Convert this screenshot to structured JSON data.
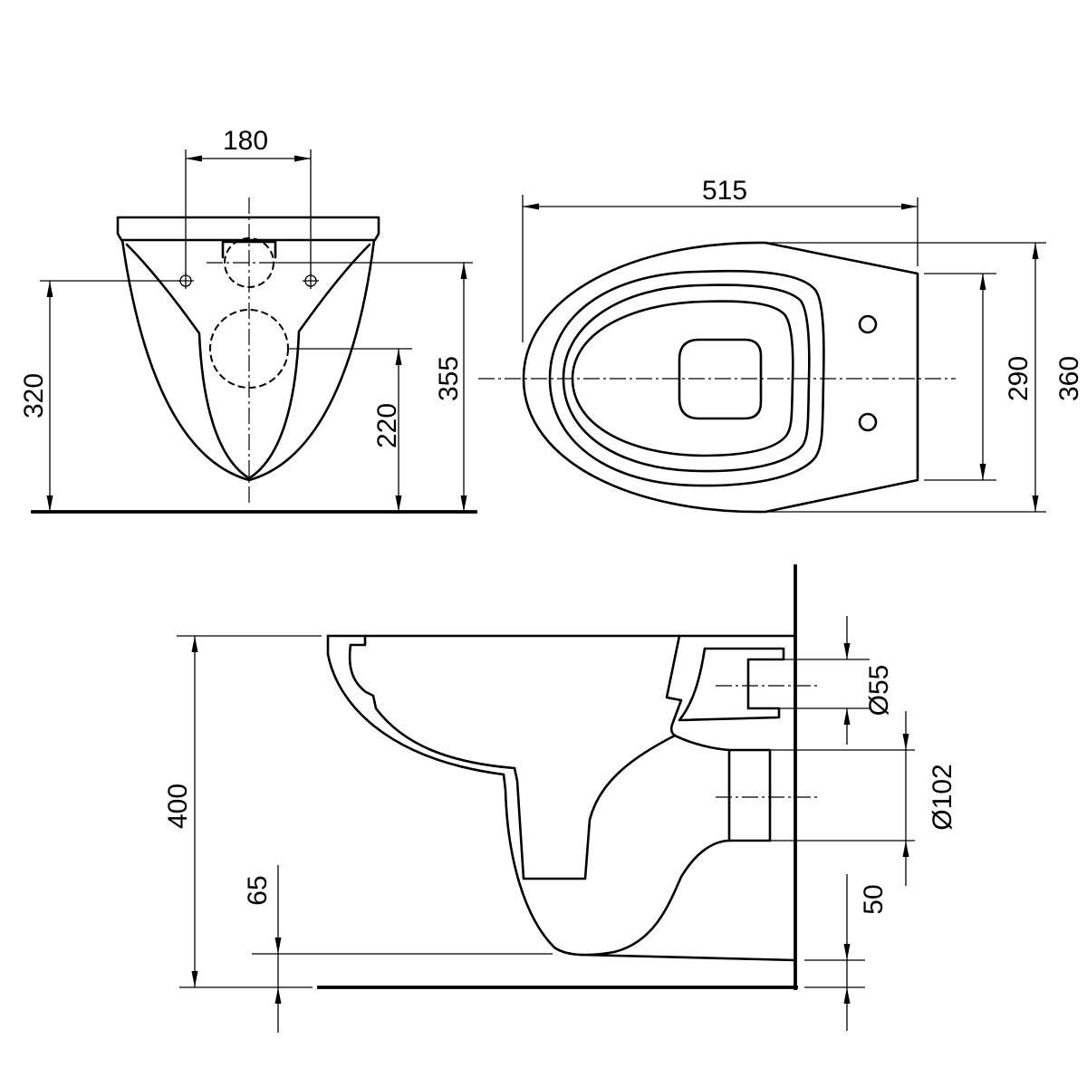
{
  "front_view": {
    "dim_180": "180",
    "dim_320": "320",
    "dim_220": "220",
    "dim_355": "355"
  },
  "top_view": {
    "dim_515": "515",
    "dim_290": "290",
    "dim_360": "360"
  },
  "side_view": {
    "dim_400": "400",
    "dim_65": "65",
    "dim_50": "50",
    "dim_55": "Ø55",
    "dim_102": "Ø102"
  },
  "colors": {
    "line": "#000000",
    "background": "#ffffff"
  }
}
